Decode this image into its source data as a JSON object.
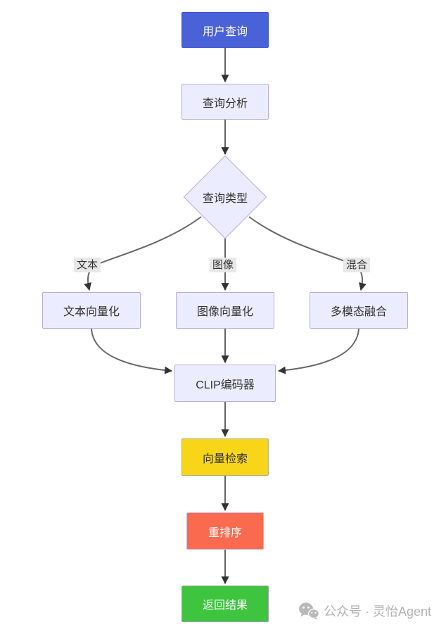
{
  "diagram": {
    "nodes": {
      "user_query": "用户查询",
      "query_analysis": "查询分析",
      "query_type": "查询类型",
      "text_vectorization": "文本向量化",
      "image_vectorization": "图像向量化",
      "multimodal_fusion": "多模态融合",
      "clip_encoder": "CLIP编码器",
      "vector_retrieval": "向量检索",
      "rerank": "重排序",
      "return_results": "返回结果"
    },
    "edge_labels": {
      "text_branch": "文本",
      "image_branch": "图像",
      "hybrid_branch": "混合"
    },
    "colors": {
      "user_query_fill": "#4A62D8",
      "default_node_fill": "#ECECFF",
      "default_node_border": "#B8AADD",
      "vector_retrieval_fill": "#F8D518",
      "rerank_fill": "#F96A4F",
      "return_results_fill": "#3EC43E",
      "edge_stroke": "#666666",
      "arrowhead_fill": "#333333",
      "edge_label_bg": "#E8E8E8"
    }
  },
  "watermark": {
    "icon": "wechat-icon",
    "text": "公众号 · 灵怡Agent"
  }
}
